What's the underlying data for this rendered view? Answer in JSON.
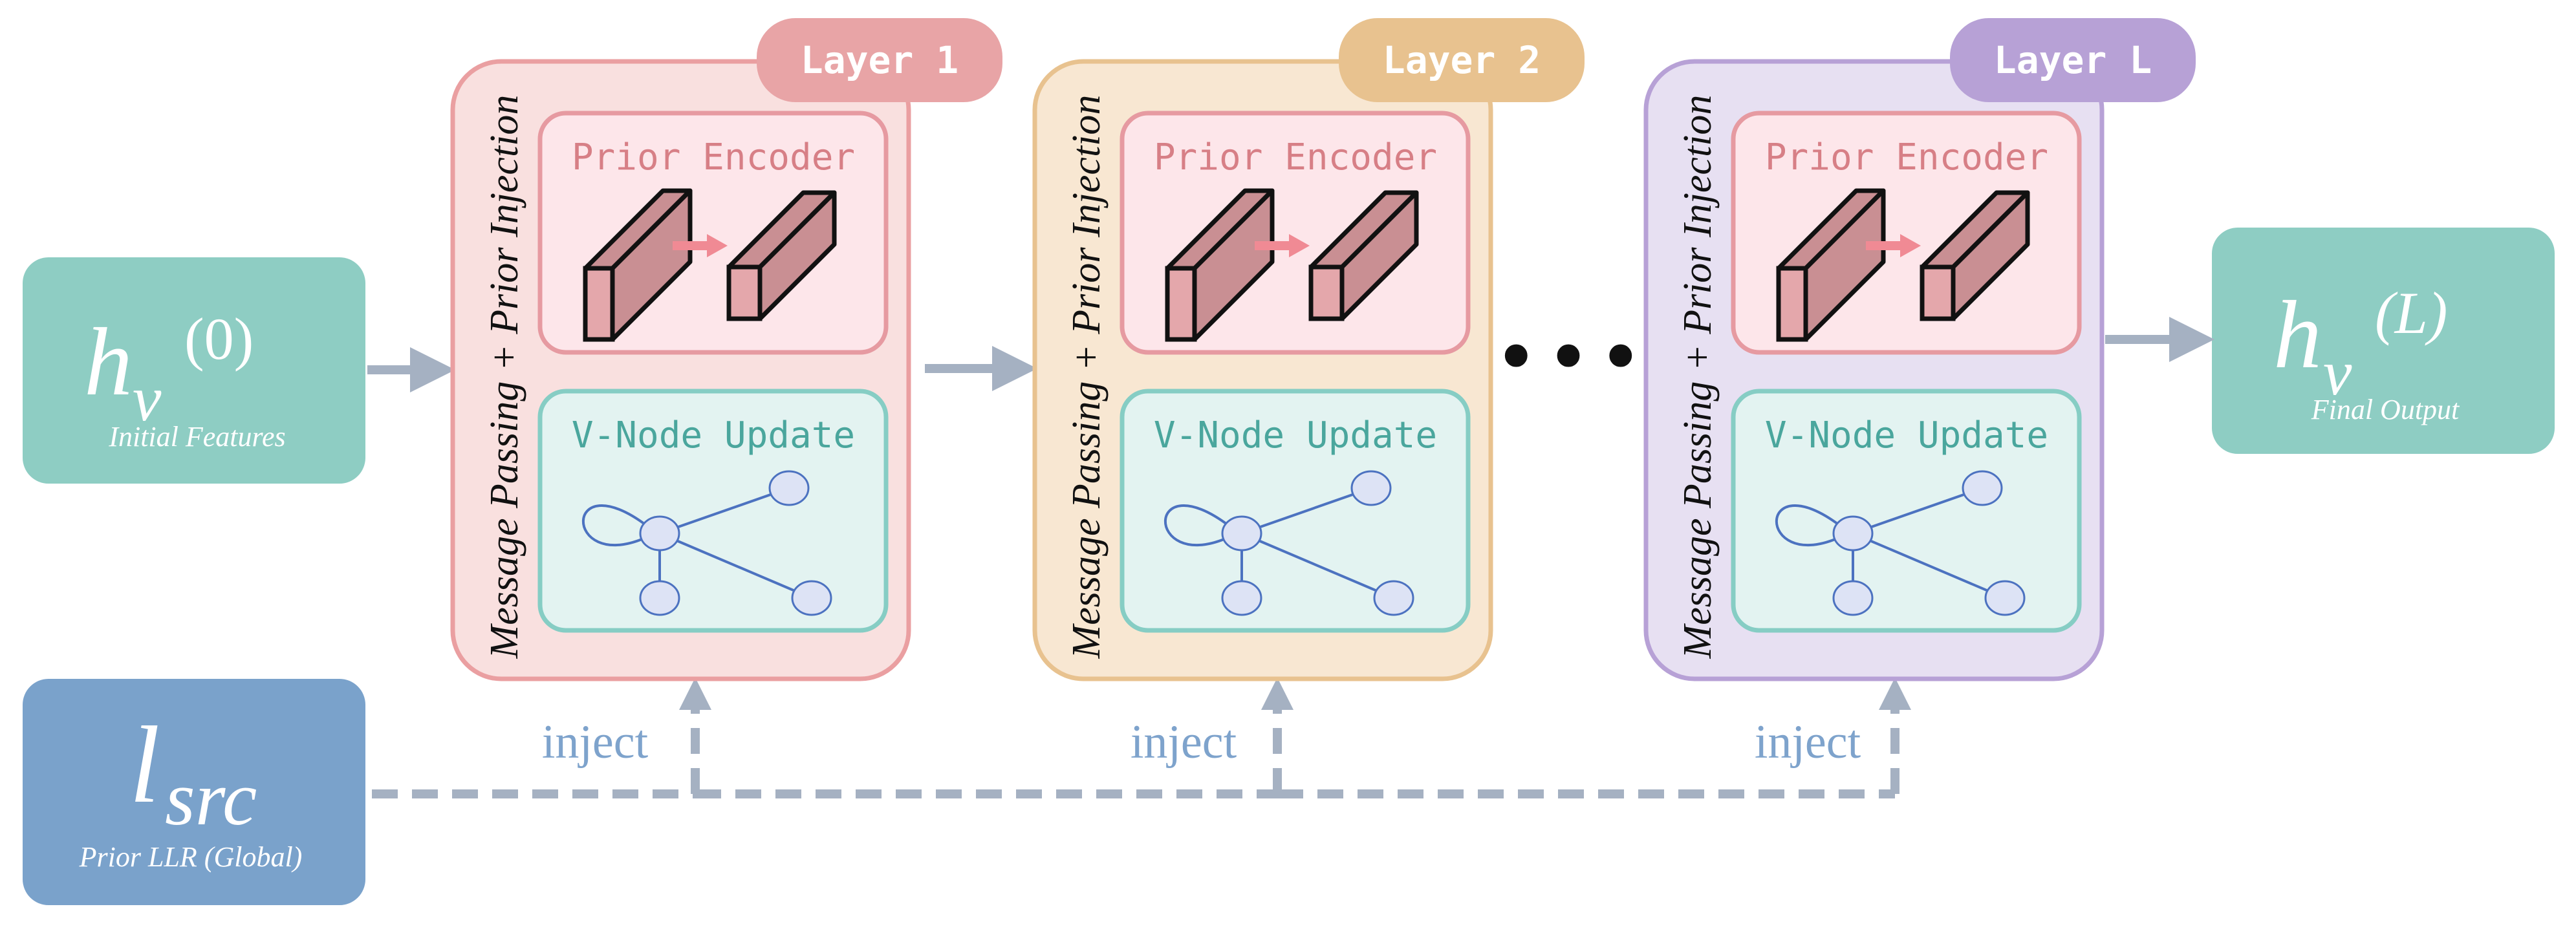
{
  "input": {
    "symbol_base": "h",
    "symbol_sub": "v",
    "symbol_sup": "(0)",
    "caption": "Initial Features",
    "fill": "#8ecdc3"
  },
  "prior": {
    "symbol_base": "l",
    "symbol_sub": "src",
    "caption": "Prior LLR (Global)",
    "fill": "#7aa2cb"
  },
  "output": {
    "symbol_base": "h",
    "symbol_sub": "v",
    "symbol_sup": "(L)",
    "caption": "Final Output",
    "fill": "#8ecdc3"
  },
  "layers": [
    {
      "tab_label": "Layer 1",
      "side_label": "Message Passing + Prior Injection",
      "encoder_title": "Prior Encoder",
      "vnode_title": "V-Node Update",
      "inject_label": "inject",
      "tab_color": "#e8a4a6",
      "frame_fill": "#f9e0df",
      "frame_stroke": "#ea9fa1"
    },
    {
      "tab_label": "Layer 2",
      "side_label": "Message Passing + Prior Injection",
      "encoder_title": "Prior Encoder",
      "vnode_title": "V-Node Update",
      "inject_label": "inject",
      "tab_color": "#e8c28f",
      "frame_fill": "#f8e7d2",
      "frame_stroke": "#e8c28f"
    },
    {
      "tab_label": "Layer L",
      "side_label": "Message Passing + Prior Injection",
      "encoder_title": "Prior Encoder",
      "vnode_title": "V-Node Update",
      "inject_label": "inject",
      "tab_color": "#b7a1d6",
      "frame_fill": "#e7e0f2",
      "frame_stroke": "#b7a1d6"
    }
  ],
  "ellipsis": "•••",
  "colors": {
    "encoder_fill": "#fde6ea",
    "encoder_stroke": "#e69aa1",
    "encoder_text": "#d77f86",
    "vnode_fill": "#e3f3f1",
    "vnode_stroke": "#86cdc4",
    "vnode_text": "#4aa69d",
    "arrow": "#a5b1c2",
    "inject_text": "#7ea3cc",
    "cuboid_fill": "#c98f93",
    "cuboid_front": "#e4a7ab",
    "pink_arrow": "#f08a94",
    "graph_node": "#dde3f5",
    "graph_line": "#4c72c0"
  }
}
